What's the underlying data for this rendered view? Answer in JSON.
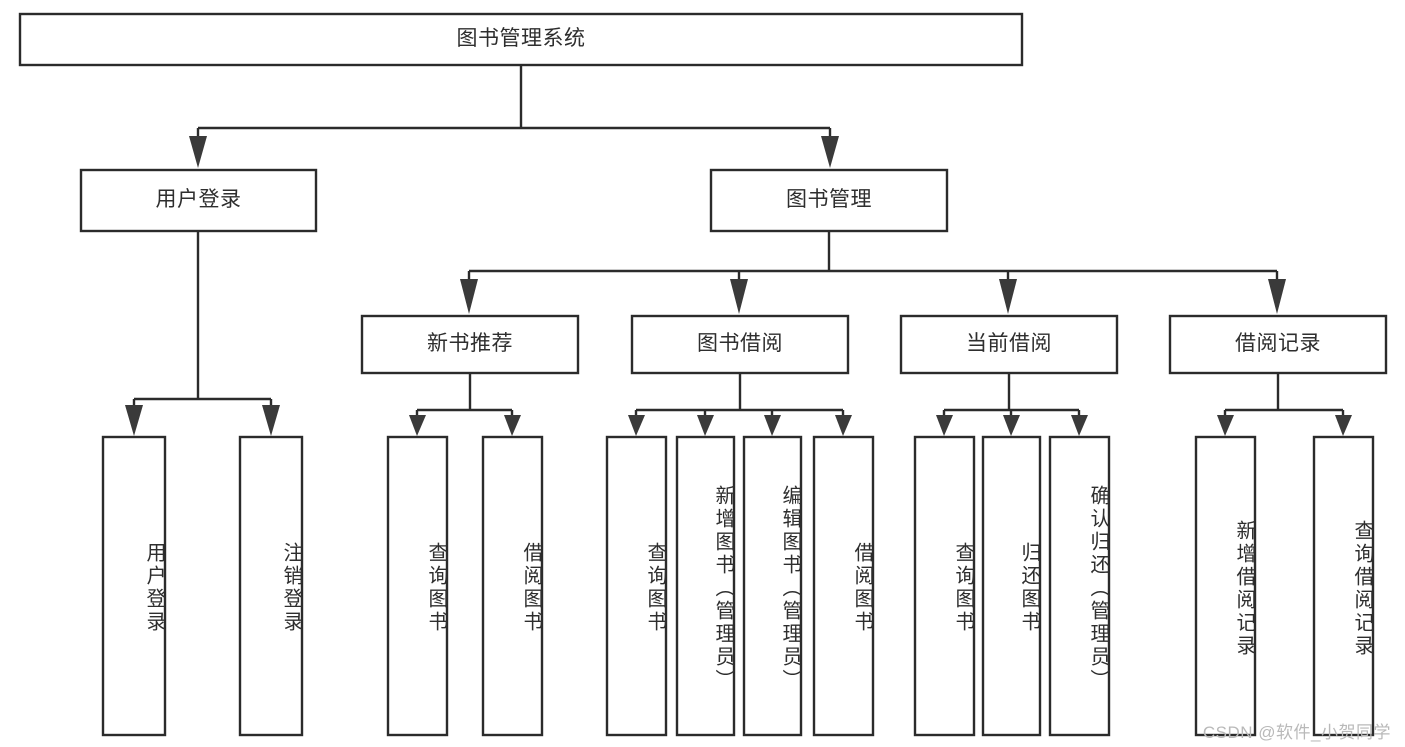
{
  "diagram": {
    "type": "tree-hierarchy-chart",
    "title": "图书管理系统",
    "orientation": "top-down",
    "colors": {
      "box_border": "#2b2b2b",
      "box_fill": "#ffffff",
      "text": "#2e2e2e",
      "connector": "#2b2b2b",
      "watermark": "#b9b9b9"
    },
    "root": {
      "label": "图书管理系统"
    },
    "level2": [
      {
        "label": "用户登录"
      },
      {
        "label": "图书管理"
      }
    ],
    "level3": [
      {
        "label": "新书推荐"
      },
      {
        "label": "图书借阅"
      },
      {
        "label": "当前借阅"
      },
      {
        "label": "借阅记录"
      }
    ],
    "leaves": {
      "user_login": [
        {
          "label": "用户登录"
        },
        {
          "label": "注销登录"
        }
      ],
      "new_book_recommend": [
        {
          "label": "查询图书"
        },
        {
          "label": "借阅图书"
        }
      ],
      "book_borrow": [
        {
          "label": "查询图书"
        },
        {
          "label": "新增图书（管理员）"
        },
        {
          "label": "编辑图书（管理员）"
        },
        {
          "label": "借阅图书"
        }
      ],
      "current_borrow": [
        {
          "label": "查询图书"
        },
        {
          "label": "归还图书"
        },
        {
          "label": "确认归还（管理员）"
        }
      ],
      "borrow_record": [
        {
          "label": "新增借阅记录"
        },
        {
          "label": "查询借阅记录"
        }
      ]
    },
    "watermark": "CSDN @软件_小贺同学"
  }
}
